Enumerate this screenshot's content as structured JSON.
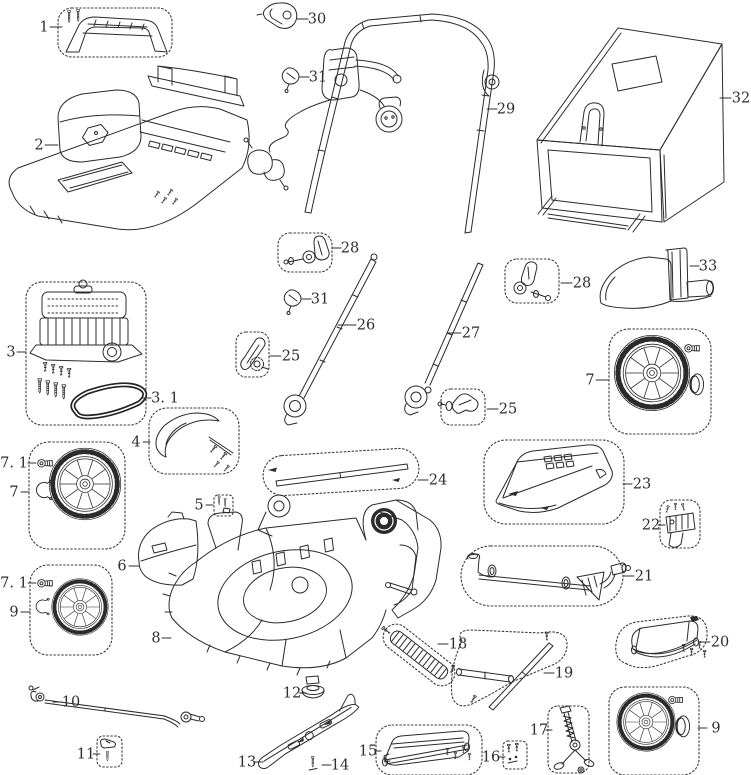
{
  "colors": {
    "line": "#2b2b2b",
    "label": "#2e2e2e",
    "background": "#ffffff"
  },
  "callouts": {
    "handle_cover": "1",
    "mower_assembly": "2",
    "motor_assembly": "3",
    "drive_belt": "3. 1",
    "front_cover": "4",
    "hardware_kit_5": "5",
    "side_cover": "6",
    "front_wheel": "7",
    "rear_wheel": "7",
    "wheel_bolt_front": "7. 1",
    "wheel_bolt_rear": "7. 1",
    "deck_housing": "8",
    "small_wheel_front": "9",
    "small_wheel_rear": "9",
    "front_axle": "10",
    "axle_hardware": "11",
    "blade_adapter": "12",
    "blade": "13",
    "blade_bolt": "14",
    "rear_flap": "15",
    "hardware_kit_16": "16",
    "height_lever": "17",
    "seal_strip": "18",
    "rear_axle_kit": "19",
    "rear_door": "20",
    "height_adjust_axle": "21",
    "cover_latch": "22",
    "top_cover": "23",
    "blade_bar": "24",
    "cam_lock_left": "25",
    "cam_lock_right": "25",
    "lower_handle_left": "26",
    "lower_handle_right": "27",
    "handle_clamp_left": "28",
    "handle_clamp_right": "28",
    "upper_handle": "29",
    "cable_lever": "30",
    "cable_clip_upper": "31",
    "cable_clip_lower": "31",
    "grass_bag": "32",
    "mulch_plug": "33"
  }
}
